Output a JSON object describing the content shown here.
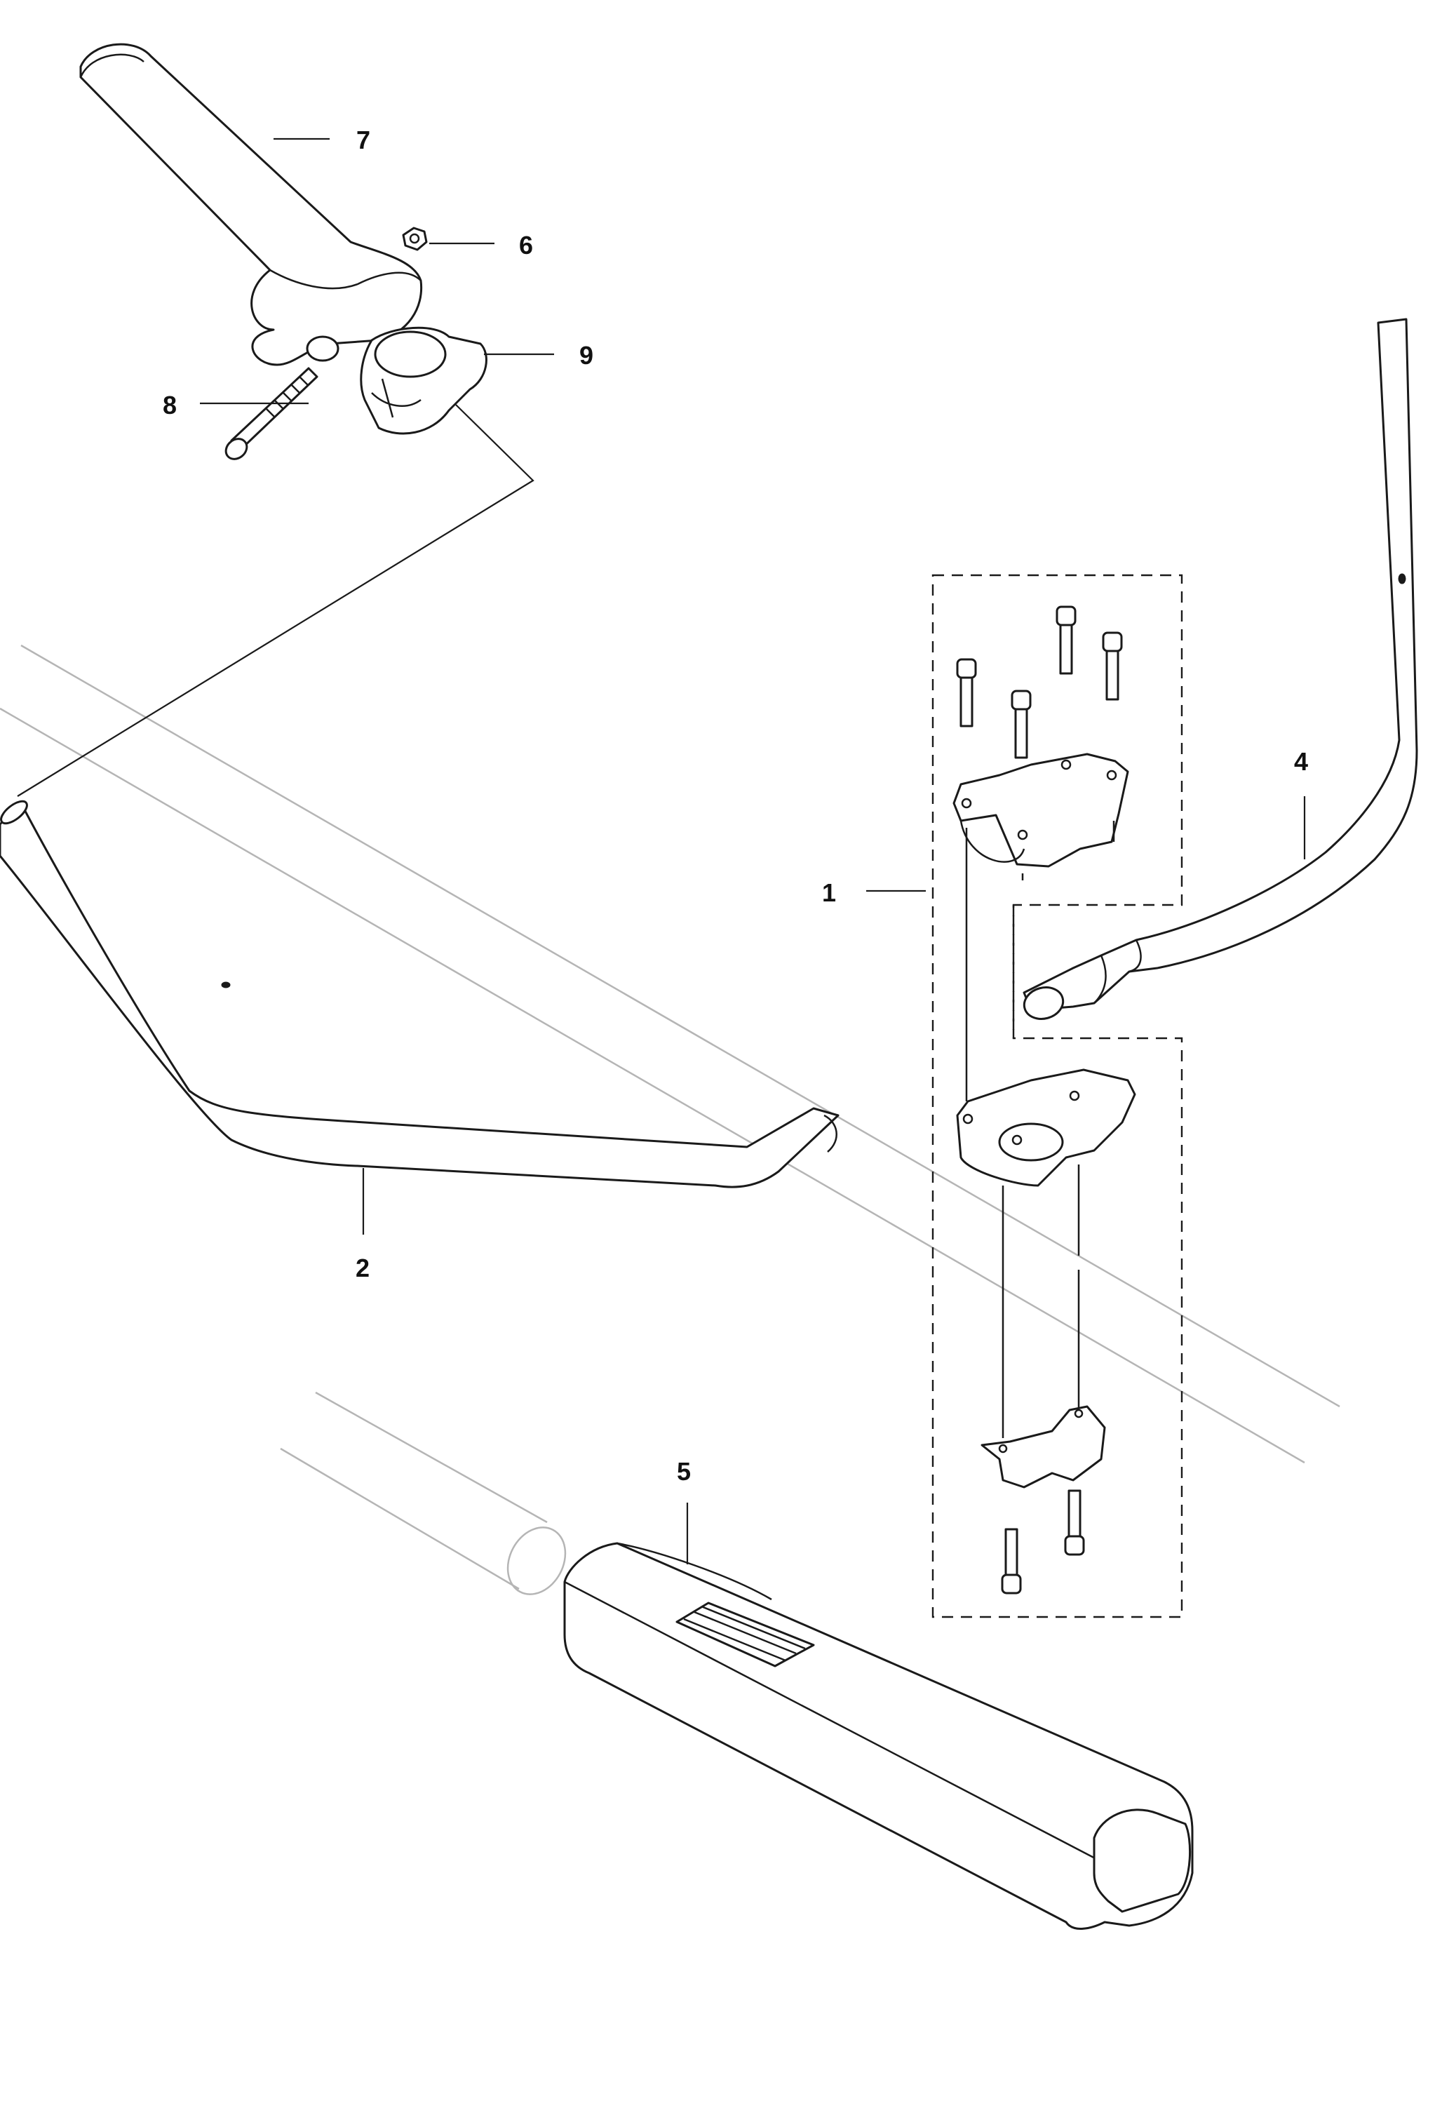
{
  "callouts": {
    "c1": "1",
    "c2": "2",
    "c4": "4",
    "c5": "5",
    "c6": "6",
    "c7": "7",
    "c8": "8",
    "c9": "9"
  }
}
